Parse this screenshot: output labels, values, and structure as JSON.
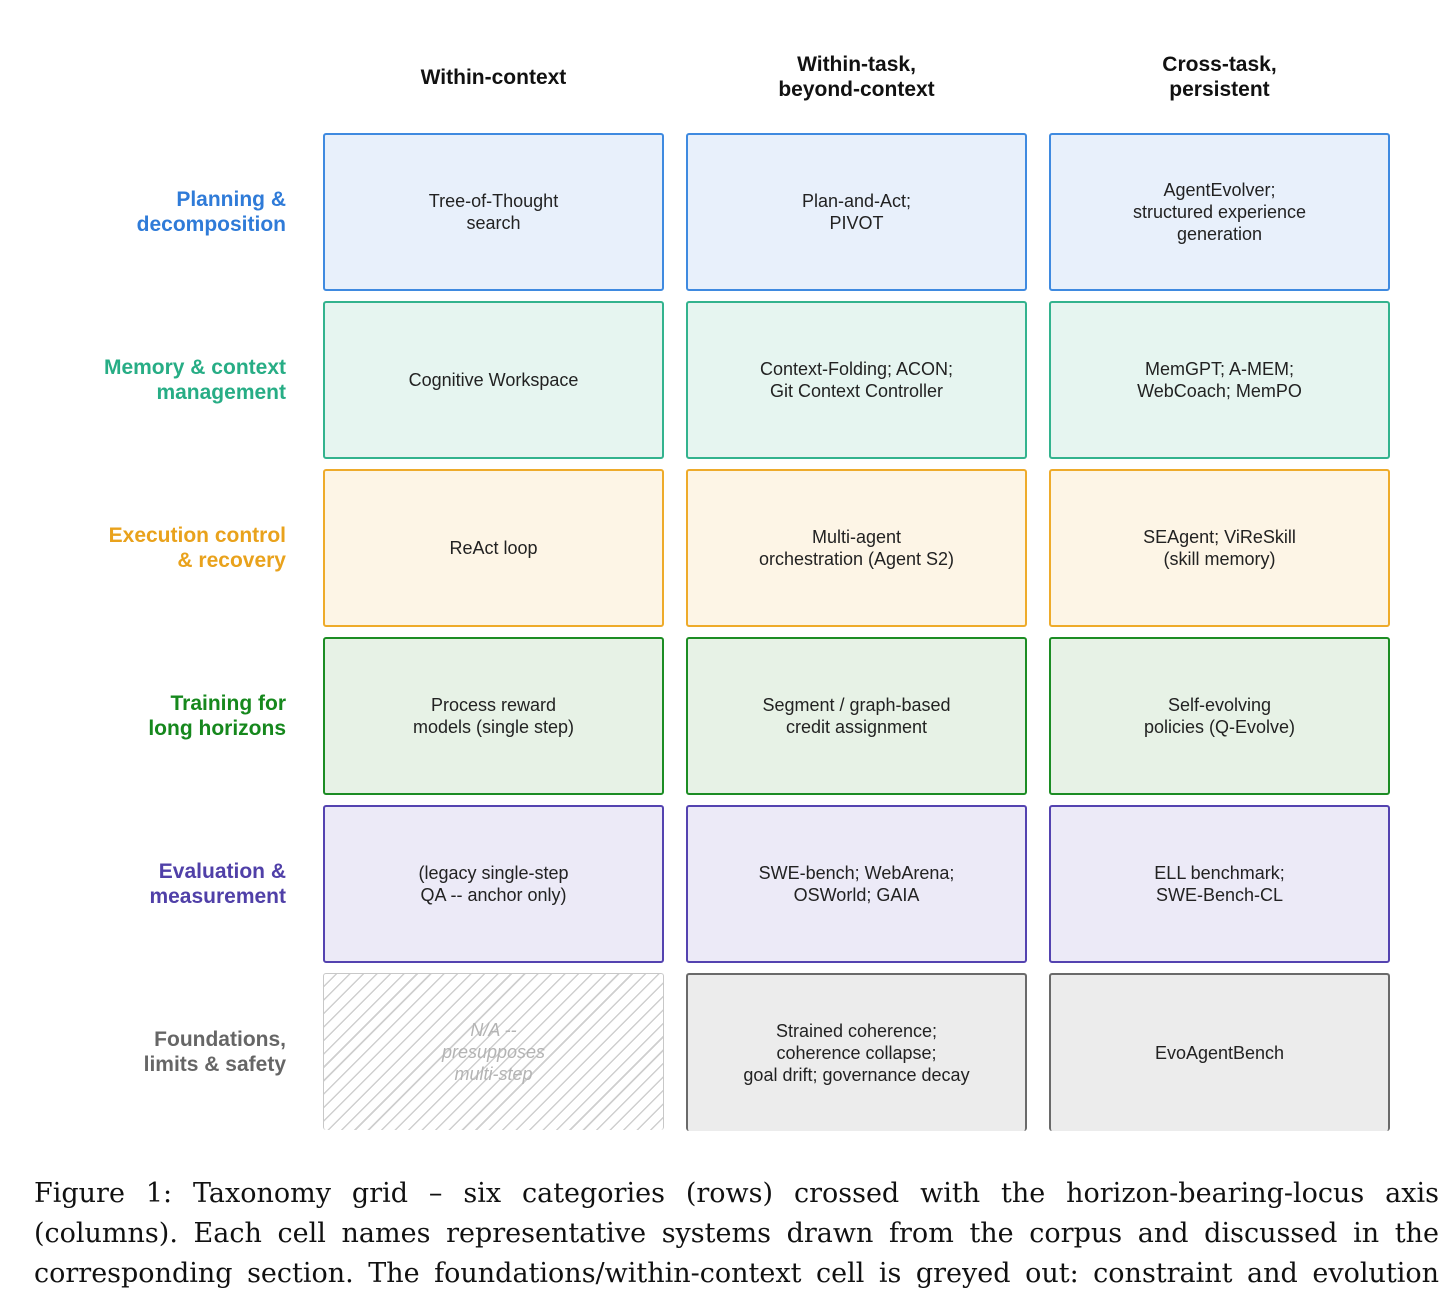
{
  "columns": [
    "Within-context",
    "Within-task,\nbeyond-context",
    "Cross-task,\npersistent"
  ],
  "rows": [
    {
      "label": "Planning &\ndecomposition",
      "color": "#2f7bd8",
      "fill": "#e8f0fb",
      "border": "#3f8ae0",
      "cells": [
        "Tree-of-Thought\nsearch",
        "Plan-and-Act;\nPIVOT",
        "AgentEvolver;\nstructured experience\ngeneration"
      ]
    },
    {
      "label": "Memory & context\nmanagement",
      "color": "#27ad85",
      "fill": "#e6f5f0",
      "border": "#33b38e",
      "cells": [
        "Cognitive Workspace",
        "Context-Folding; ACON;\nGit Context Controller",
        "MemGPT; A-MEM;\nWebCoach; MemPO"
      ]
    },
    {
      "label": "Execution control\n& recovery",
      "color": "#e9a21c",
      "fill": "#fdf5e6",
      "border": "#eeab2b",
      "cells": [
        "ReAct loop",
        "Multi-agent\norchestration (Agent S2)",
        "SEAgent; ViReSkill\n(skill memory)"
      ]
    },
    {
      "label": "Training for\nlong horizons",
      "color": "#16881d",
      "fill": "#e7f2e6",
      "border": "#1c8d24",
      "cells": [
        "Process reward\nmodels (single step)",
        "Segment / graph-based\ncredit assignment",
        "Self-evolving\npolicies (Q-Evolve)"
      ]
    },
    {
      "label": "Evaluation &\nmeasurement",
      "color": "#5040a8",
      "fill": "#eceaf7",
      "border": "#5443b0",
      "cells": [
        "(legacy single-step\nQA -- anchor only)",
        "SWE-bench; WebArena;\nOSWorld; GAIA",
        "ELL benchmark;\nSWE-Bench-CL"
      ]
    },
    {
      "label": "Foundations,\nlimits & safety",
      "color": "#666666",
      "fill": "#ececec",
      "border": "#6a6a6a",
      "cells": [
        "N/A --\npresupposes\nmulti-step",
        "Strained coherence;\ncoherence collapse;\ngoal drift; governance decay",
        "EvoAgentBench"
      ]
    }
  ],
  "caption": {
    "line1": "Figure 1:  Taxonomy grid – six categories (rows) crossed with the horizon-bearing-locus axis",
    "line2": "(columns).  Each cell names representative systems drawn from the corpus and discussed in the",
    "line3": "corresponding section. The foundations/within-context cell is greyed out: constraint and evolution"
  }
}
